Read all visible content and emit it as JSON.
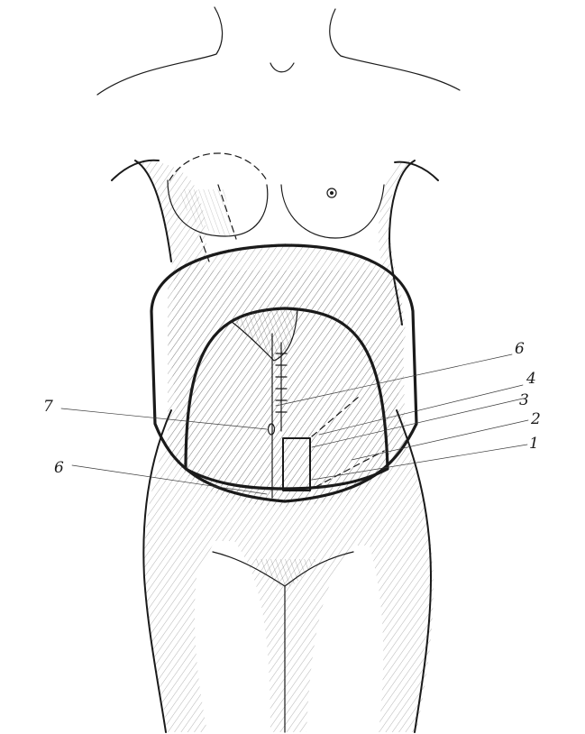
{
  "diagram": {
    "labels": [
      {
        "id": "6-top",
        "text": "6"
      },
      {
        "id": "4",
        "text": "4"
      },
      {
        "id": "3",
        "text": "3"
      },
      {
        "id": "2",
        "text": "2"
      },
      {
        "id": "1",
        "text": "1"
      },
      {
        "id": "7",
        "text": "7"
      },
      {
        "id": "6-bottom",
        "text": "6"
      }
    ]
  }
}
